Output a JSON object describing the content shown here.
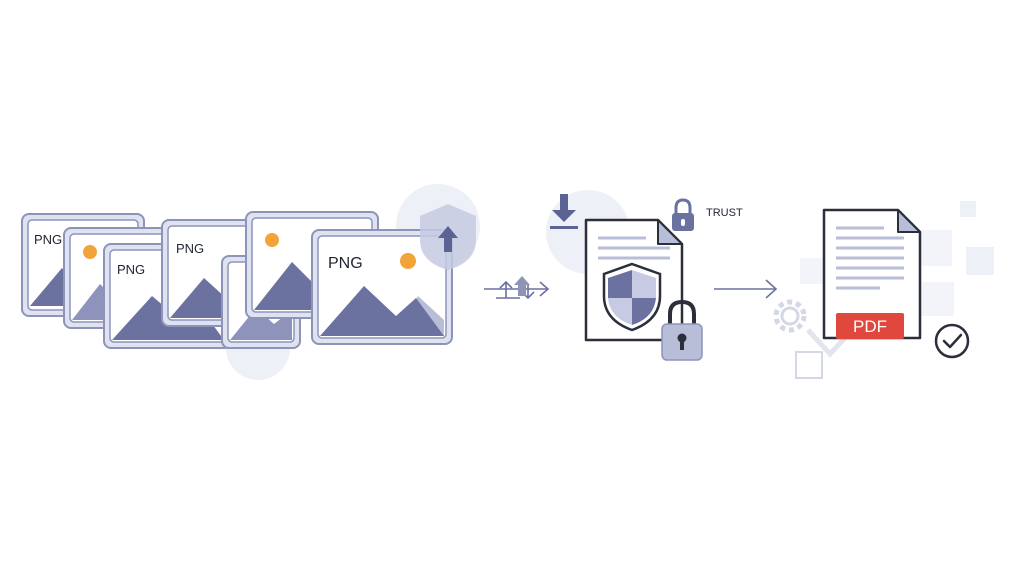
{
  "diagram": {
    "images": {
      "labels": [
        "PNG",
        "PNG",
        "PNG",
        "PNG"
      ]
    },
    "secure_step": {
      "trust_label": "TRUST"
    },
    "output": {
      "pdf_label": "PDF"
    },
    "icons": [
      "shield-upload-icon",
      "sync-arrows-icon",
      "download-icon",
      "padlock-icon",
      "shield-icon",
      "arrow-right-icon",
      "gear-icon",
      "checkmark-circle-icon"
    ],
    "colors": {
      "outline": "#2b2f3a",
      "frame": "#8e94b8",
      "frame_fill": "#eceef8",
      "mountain": "#6b72a0",
      "mountain_light": "#b9bed8",
      "sun": "#f2a33a",
      "pdf_badge": "#e0483e",
      "soft_bg": "#f1f2f8"
    }
  }
}
